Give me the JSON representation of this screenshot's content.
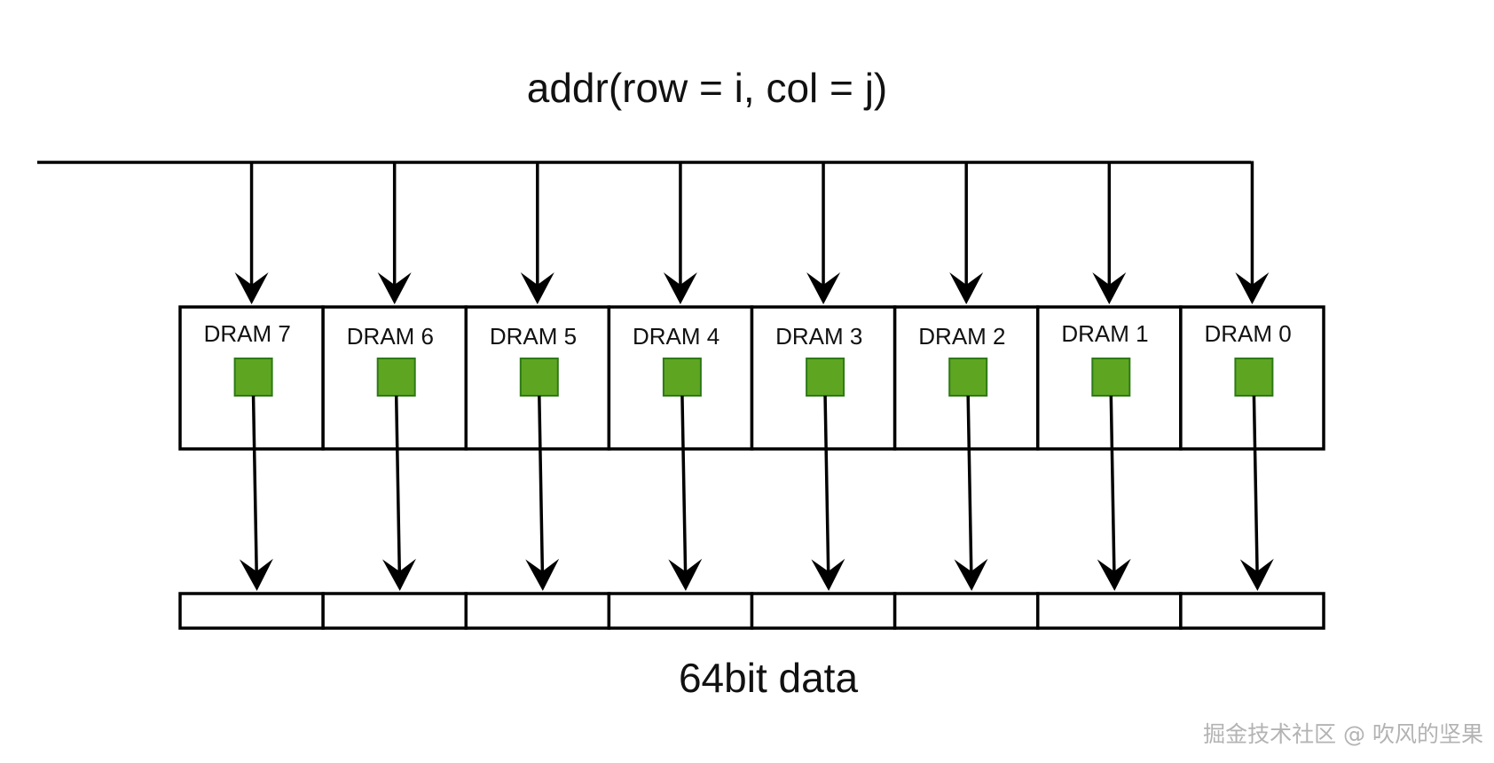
{
  "diagram": {
    "title": "addr(row = i, col = j)",
    "caption": "64bit data",
    "watermark": "掘金技术社区 @ 吹风的坚果",
    "dram_chips": [
      {
        "label": "DRAM 7"
      },
      {
        "label": "DRAM 6"
      },
      {
        "label": "DRAM 5"
      },
      {
        "label": "DRAM 4"
      },
      {
        "label": "DRAM 3"
      },
      {
        "label": "DRAM 2"
      },
      {
        "label": "DRAM 1"
      },
      {
        "label": "DRAM 0"
      }
    ],
    "colors": {
      "pin_fill": "#5ea622",
      "pin_stroke": "#2d7a16",
      "line": "#000000",
      "watermark": "#b3b3b3"
    }
  }
}
